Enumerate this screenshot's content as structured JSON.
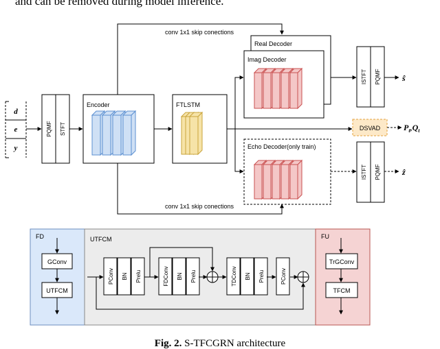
{
  "top_text": "and can be removed during model inference.",
  "inputs": [
    "d",
    "e",
    "y"
  ],
  "blocks": {
    "pqmf_in": "PQMF",
    "stft_in": "STFT",
    "encoder": "Encoder",
    "ftlstm": "FTLSTM",
    "real_decoder": "Real Decoder",
    "imag_decoder": "Imag Decoder",
    "echo_decoder": "Echo Decoder(only train)",
    "istft_s": "ISTFT",
    "pqmf_s": "PQMF",
    "istft_z": "ISTFT",
    "pqmf_z": "PQMF",
    "dsvad": "DSVAD"
  },
  "skip_top": "conv 1x1 skip conections",
  "skip_bottom": "conv 1x1 skip conections",
  "outputs": {
    "s": "ŝ",
    "pq": "P",
    "pq_t1": "t",
    "pq_q": "Q",
    "pq_t2": "t",
    "pq_comma": ",",
    "z": "ẑ"
  },
  "fd": {
    "title": "FD",
    "gconv": "GConv",
    "utfcm": "UTFCM"
  },
  "utfcm": {
    "title": "UTFCM",
    "ops1": [
      "PConv",
      "BN",
      "Prelu"
    ],
    "ops2": [
      "FDConv",
      "BN",
      "Prelu"
    ],
    "ops3": [
      "TDConv",
      "BN",
      "Prelu"
    ],
    "ops4": [
      "PConv"
    ]
  },
  "fu": {
    "title": "FU",
    "trgconv": "TrGConv",
    "tfcm": "TFCM"
  },
  "caption": {
    "bold": "Fig. 2.",
    "text": "S-TFCGRN architecture"
  },
  "colors": {
    "encoder_fill": "#cfe0f5",
    "encoder_stroke": "#5b8fd1",
    "lstm_fill": "#f6e3a8",
    "lstm_stroke": "#c9a43c",
    "decoder_fill": "#f4c7c7",
    "decoder_stroke": "#c95050",
    "dsvad_fill": "#fde9c8",
    "dsvad_stroke": "#e3a13b",
    "fd_fill": "#dae8fa",
    "fd_stroke": "#6c8ebf",
    "utfcm_fill": "#ececec",
    "utfcm_stroke": "#888888",
    "fu_fill": "#f5d3d3",
    "fu_stroke": "#b85450"
  }
}
